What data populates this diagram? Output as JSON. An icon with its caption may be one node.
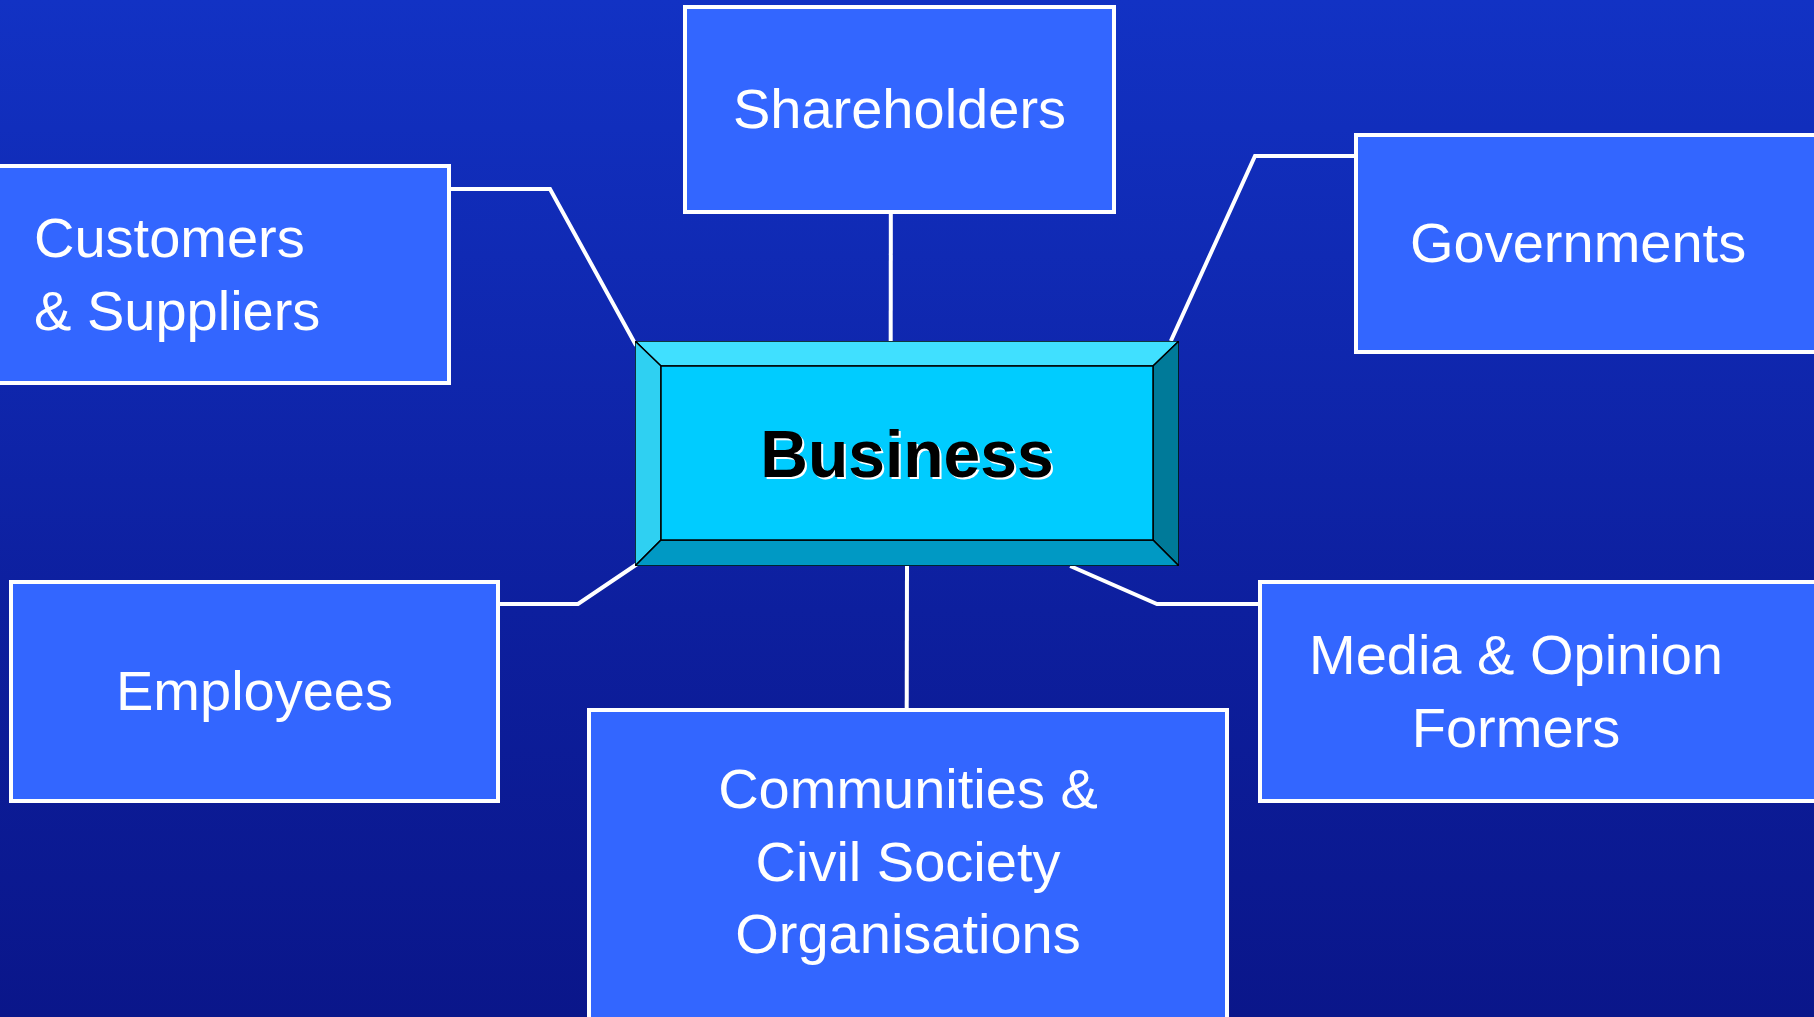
{
  "diagram": {
    "nodes": [
      {
        "text": [
          "Shareholders"
        ]
      },
      {
        "text": [
          "Customers & Suppliers"
        ]
      },
      {
        "text": [
          "Governments"
        ]
      },
      {
        "text": [
          "Business"
        ]
      },
      {
        "text": [
          "Employees"
        ]
      },
      {
        "text": [
          "Media & Opinion Formers"
        ]
      },
      {
        "text": [
          "Communities & Civil Society Organisations"
        ]
      }
    ],
    "edges": [
      {
        "from": 0,
        "to": 3,
        "arrow": "none"
      },
      {
        "from": 1,
        "to": 3,
        "arrow": "none"
      },
      {
        "from": 2,
        "to": 3,
        "arrow": "none"
      },
      {
        "from": 4,
        "to": 3,
        "arrow": "none"
      },
      {
        "from": 5,
        "to": 3,
        "arrow": "none"
      },
      {
        "from": 6,
        "to": 3,
        "arrow": "none"
      }
    ]
  }
}
